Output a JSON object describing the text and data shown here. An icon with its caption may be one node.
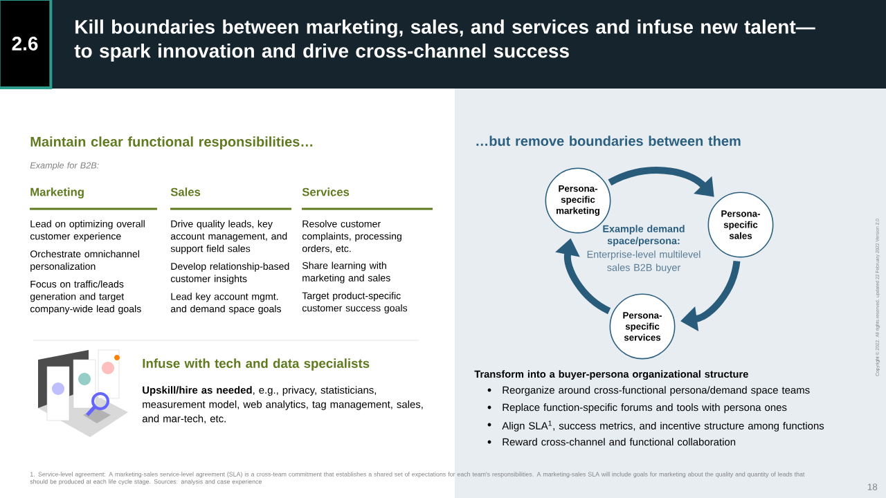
{
  "diagram": {
    "title": "Kill boundaries between marketing, sales, and services and infuse new talent—to spark innovation and drive cross-channel success",
    "nodes": [
      {
        "text": [
          "2.6"
        ]
      },
      {
        "text": [
          "Persona-specific marketing"
        ]
      },
      {
        "text": [
          "Persona-specific sales"
        ]
      },
      {
        "text": [
          "Persona-specific services"
        ]
      }
    ],
    "edges": [
      {
        "from": 1,
        "to": 2,
        "arrow": "to"
      },
      {
        "from": 2,
        "to": 3,
        "arrow": "to"
      },
      {
        "from": 3,
        "to": 1,
        "arrow": "to"
      }
    ],
    "labels": [
      "Maintain clear functional responsibilities…",
      "Example for B2B:",
      "Marketing",
      "Sales",
      "Services",
      "Lead on optimizing overall customer experience",
      "Drive quality leads, key account management, and support field sales",
      "Resolve customer complaints, processing orders, etc.",
      "Orchestrate omnichannel personalization",
      "Develop relationship-based customer insights",
      "Share learning with marketing and sales",
      "Focus on traffic/leads generation and target company-wide lead goals",
      "Lead key account mgmt. and demand space goals",
      "Target product-specific customer success goals",
      "Infuse with tech and data specialists",
      "**Upskill/hire as needed**, e.g., privacy, statisticians, measurement model, web analytics, tag management, sales, and mar-tech, etc.",
      "…but remove boundaries between them",
      "Example demand space/persona:",
      "Enterprise-level multilevel sales B2B buyer",
      "Transform into a buyer-persona organizational structure",
      "Reorganize around cross-functional persona/demand space teams",
      "Replace function-specific forums and tools with persona ones",
      "Align SLA$^{1}$, success metrics, and incentive structure among functions",
      "Reward cross-channel and functional collaboration",
      "1. Service-level agreement: A marketing-sales service-level agreement (SLA) is a cross-team commitment that establishes a shared set of expectations for each team's responsibilities. A marketing-sales SLA will include goals for marketing about the quality and quantity of leads that should be produced at each life cycle stage. Sources: analysis and case experience",
      "18",
      "Copyright © 2022. All rights reserved. updated 22 February 2022 Version 2.0"
    ]
  }
}
